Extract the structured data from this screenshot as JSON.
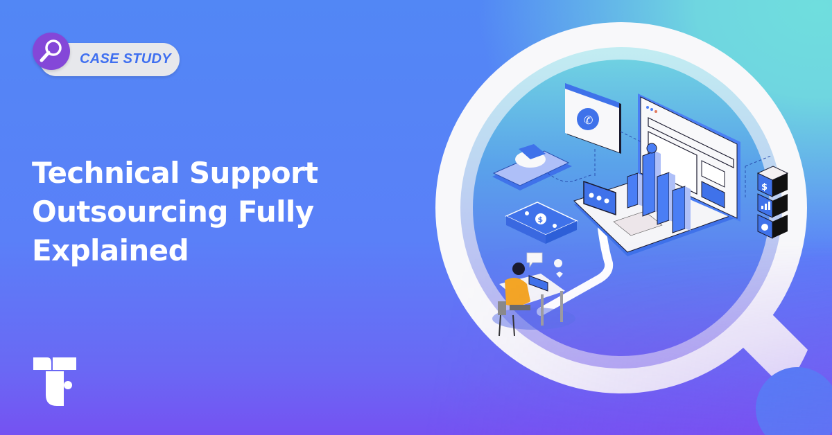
{
  "badge": {
    "label": "CASE STUDY",
    "icon": "magnifier-icon",
    "pill_color": "#e7e8ec",
    "text_color": "#3f6ff0",
    "circle_color": "#8447d8"
  },
  "headline": {
    "lines": [
      "Technical Support",
      "Outsourcing Fully",
      "Explained"
    ]
  },
  "logo": {
    "icon": "brand-t-logo-icon"
  },
  "illustration": {
    "description": "Magnifying glass over isometric tech-support scene",
    "elements": [
      "phone-call-window-icon",
      "pie-chart-tablet-icon",
      "laptop-bar-chart-icon",
      "chat-bubble-icon",
      "cash-stack-icon",
      "server-blocks-icon",
      "support-agent-at-desk-icon"
    ],
    "server_block_glyphs": [
      "$",
      "bar-chart",
      "pie-chart"
    ]
  },
  "colors": {
    "bg_top_left": "#5287f5",
    "bg_top_right": "#6fdede",
    "bg_bottom_right": "#7552f2",
    "accent_blue": "#4a7ef5",
    "white": "#f8f8fa"
  }
}
